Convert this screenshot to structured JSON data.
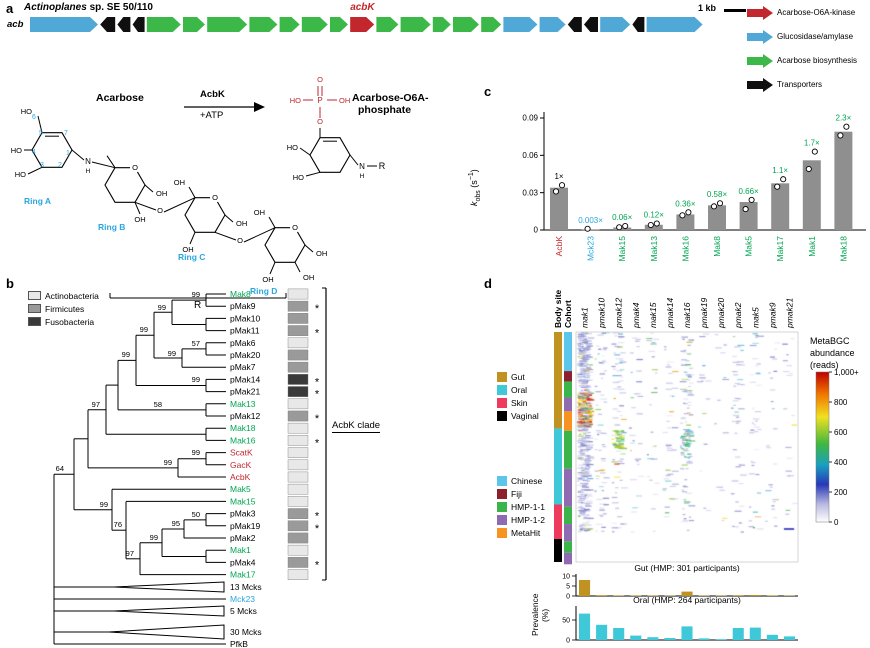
{
  "panels": {
    "a": {
      "label": "a",
      "organism_genus": "Actinoplanes",
      "organism_rest": " sp. SE 50/110",
      "acbk_gene_label": "acbK",
      "cluster_name": "acb",
      "scale_label": "1 kb",
      "gene_colors": {
        "blue": "#4fa8d5",
        "green": "#3cb848",
        "red": "#c1272d",
        "black": "#0f0f0f"
      },
      "genes": [
        {
          "color": "blue",
          "w": 68,
          "dir": 1
        },
        {
          "color": "black",
          "w": 15,
          "dir": -1
        },
        {
          "color": "black",
          "w": 13,
          "dir": -1
        },
        {
          "color": "black",
          "w": 12,
          "dir": -1
        },
        {
          "color": "green",
          "w": 34,
          "dir": 1
        },
        {
          "color": "green",
          "w": 22,
          "dir": 1
        },
        {
          "color": "green",
          "w": 40,
          "dir": 1
        },
        {
          "color": "green",
          "w": 28,
          "dir": 1
        },
        {
          "color": "green",
          "w": 20,
          "dir": 1
        },
        {
          "color": "green",
          "w": 26,
          "dir": 1
        },
        {
          "color": "green",
          "w": 18,
          "dir": 1
        },
        {
          "color": "red",
          "w": 24,
          "dir": 1
        },
        {
          "color": "green",
          "w": 22,
          "dir": 1
        },
        {
          "color": "green",
          "w": 30,
          "dir": 1
        },
        {
          "color": "green",
          "w": 18,
          "dir": 1
        },
        {
          "color": "green",
          "w": 26,
          "dir": 1
        },
        {
          "color": "green",
          "w": 20,
          "dir": 1
        },
        {
          "color": "blue",
          "w": 34,
          "dir": 1
        },
        {
          "color": "blue",
          "w": 26,
          "dir": 1
        },
        {
          "color": "black",
          "w": 14,
          "dir": -1
        },
        {
          "color": "black",
          "w": 14,
          "dir": -1
        },
        {
          "color": "blue",
          "w": 30,
          "dir": 1
        },
        {
          "color": "black",
          "w": 12,
          "dir": -1
        },
        {
          "color": "blue",
          "w": 56,
          "dir": 1
        }
      ],
      "legend": [
        {
          "label": "Acarbose-O6A-kinase",
          "color": "#c1272d"
        },
        {
          "label": "Glucosidase/amylase",
          "color": "#4fa8d5"
        },
        {
          "label": "Acarbose biosynthesis",
          "color": "#3cb848"
        },
        {
          "label": "Transporters",
          "color": "#0f0f0f"
        }
      ],
      "reaction": {
        "substrate": "Acarbose",
        "enzyme": "AcbK",
        "cofactor": "+ATP",
        "product_line1": "Acarbose-O6A-",
        "product_line2": "phosphate"
      },
      "rings": [
        "Ring A",
        "Ring B",
        "Ring C",
        "Ring D"
      ],
      "r_label": "R",
      "atom_numbers": [
        "1",
        "2",
        "3",
        "4",
        "5",
        "6",
        "7"
      ],
      "chem": {
        "ho": "HO",
        "oh": "OH",
        "o": "O",
        "n": "N",
        "h": "H",
        "p": "P",
        "r": "R"
      }
    },
    "b": {
      "label": "b",
      "legend": [
        {
          "label": "Actinobacteria",
          "color": "#e8e8e8"
        },
        {
          "label": "Firmicutes",
          "color": "#9a9a9a"
        },
        {
          "label": "Fusobacteria",
          "color": "#3a3a3a"
        }
      ],
      "clade_label": "AcbK clade",
      "tips": [
        {
          "name": "Mak8",
          "color": "#00a551",
          "phylum": "A"
        },
        {
          "name": "pMak9",
          "color": "#000000",
          "phylum": "F",
          "ast": true
        },
        {
          "name": "pMak10",
          "color": "#000000",
          "phylum": "F"
        },
        {
          "name": "pMak11",
          "color": "#000000",
          "phylum": "F",
          "ast": true
        },
        {
          "name": "pMak6",
          "color": "#000000",
          "phylum": "A"
        },
        {
          "name": "pMak20",
          "color": "#000000",
          "phylum": "F"
        },
        {
          "name": "pMak7",
          "color": "#000000",
          "phylum": "F"
        },
        {
          "name": "pMak14",
          "color": "#000000",
          "phylum": "U",
          "ast": true
        },
        {
          "name": "pMak21",
          "color": "#000000",
          "phylum": "U",
          "ast": true
        },
        {
          "name": "Mak13",
          "color": "#00a551",
          "phylum": "A"
        },
        {
          "name": "pMak12",
          "color": "#000000",
          "phylum": "F",
          "ast": true
        },
        {
          "name": "Mak18",
          "color": "#00a551",
          "phylum": "A"
        },
        {
          "name": "Mak16",
          "color": "#00a551",
          "phylum": "A",
          "ast": true
        },
        {
          "name": "ScatK",
          "color": "#c1272d",
          "phylum": "A"
        },
        {
          "name": "GacK",
          "color": "#c1272d",
          "phylum": "A"
        },
        {
          "name": "AcbK",
          "color": "#c1272d",
          "phylum": "A"
        },
        {
          "name": "Mak5",
          "color": "#00a551",
          "phylum": "A"
        },
        {
          "name": "Mak15",
          "color": "#00a551",
          "phylum": "A"
        },
        {
          "name": "pMak3",
          "color": "#000000",
          "phylum": "F",
          "ast": true
        },
        {
          "name": "pMak19",
          "color": "#000000",
          "phylum": "F",
          "ast": true
        },
        {
          "name": "pMak2",
          "color": "#000000",
          "phylum": "F"
        },
        {
          "name": "Mak1",
          "color": "#00a551",
          "phylum": "A"
        },
        {
          "name": "pMak4",
          "color": "#000000",
          "phylum": "F",
          "ast": true
        },
        {
          "name": "Mak17",
          "color": "#00a551",
          "phylum": "A"
        }
      ],
      "collapsed": [
        {
          "name": "13 Mcks",
          "color": "#000000",
          "triangle": true
        },
        {
          "name": "Mck23",
          "color": "#2aa7df",
          "triangle": false
        },
        {
          "name": "5 Mcks",
          "color": "#000000",
          "triangle": true
        },
        {
          "name": "30 Mcks",
          "color": "#000000",
          "triangle": true
        },
        {
          "name": "PfkB",
          "color": "#000000",
          "triangle": false
        }
      ],
      "bootstrap": [
        "99",
        "99",
        "99",
        "57",
        "99",
        "99",
        "99",
        "58",
        "97",
        "99",
        "99",
        "64",
        "99",
        "76",
        "97",
        "99",
        "50",
        "95"
      ]
    },
    "c": {
      "label": "c",
      "ylabel_k": "k",
      "ylabel_sub": "obs",
      "ylabel_rest": " (s",
      "ylabel_sup": "−1",
      "ylabel_end": ")"
    },
    "d": {
      "label": "d",
      "columns": [
        "mak1",
        "pmak10",
        "pmak12",
        "pmak4",
        "mak15",
        "pmak14",
        "mak16",
        "pmak19",
        "pmak20",
        "pmak2",
        "mak5",
        "pmak9",
        "pmak21"
      ],
      "strip_headers": [
        "Body site",
        "Cohort"
      ],
      "body_site_legend": [
        {
          "label": "Gut",
          "color": "#bf9222"
        },
        {
          "label": "Oral",
          "color": "#3fc8d8"
        },
        {
          "label": "Skin",
          "color": "#ee3a5c"
        },
        {
          "label": "Vaginal",
          "color": "#000000"
        }
      ],
      "cohort_legend": [
        {
          "label": "Chinese",
          "color": "#5bc6ea"
        },
        {
          "label": "Fiji",
          "color": "#8e1f2c"
        },
        {
          "label": "HMP-1-1",
          "color": "#3bb54a"
        },
        {
          "label": "HMP-1-2",
          "color": "#8f6bb2"
        },
        {
          "label": "MetaHit",
          "color": "#f79421"
        }
      ],
      "body_strip": [
        {
          "color": "#bf9222",
          "frac": 0.42
        },
        {
          "color": "#3fc8d8",
          "frac": 0.33
        },
        {
          "color": "#ee3a5c",
          "frac": 0.15
        },
        {
          "color": "#000000",
          "frac": 0.1
        }
      ],
      "cohort_strip": [
        {
          "color": "#5bc6ea",
          "frac": 0.17
        },
        {
          "color": "#8e1f2c",
          "frac": 0.045
        },
        {
          "color": "#3bb54a",
          "frac": 0.07
        },
        {
          "color": "#8f6bb2",
          "frac": 0.06
        },
        {
          "color": "#f79421",
          "frac": 0.085
        },
        {
          "color": "#3bb54a",
          "frac": 0.165
        },
        {
          "color": "#8f6bb2",
          "frac": 0.165
        },
        {
          "color": "#3bb54a",
          "frac": 0.075
        },
        {
          "color": "#8f6bb2",
          "frac": 0.075
        },
        {
          "color": "#3bb54a",
          "frac": 0.05
        },
        {
          "color": "#8f6bb2",
          "frac": 0.05
        }
      ],
      "colorbar": {
        "title_lines": [
          "MetaBGC",
          "abundance",
          "(reads)"
        ],
        "ticks": [
          "1,000+",
          "800",
          "600",
          "400",
          "200",
          "0"
        ]
      },
      "prevalence_label_1": "Prevalence",
      "prevalence_label_2": "(%)",
      "heatmap": {
        "col_density": [
          0.9,
          0.25,
          0.3,
          0.12,
          0.1,
          0.15,
          0.35,
          0.06,
          0.05,
          0.18,
          0.15,
          0.1,
          0.08
        ]
      }
    }
  },
  "chart_data": [
    {
      "id": "kobs_bar",
      "type": "bar",
      "ylabel": "k_obs (s−1)",
      "categories": [
        "AcbK",
        "Mck23",
        "Mak15",
        "Mak13",
        "Mak16",
        "Mak8",
        "Mak5",
        "Mak17",
        "Mak1",
        "Mak18"
      ],
      "values": [
        0.034,
        0.0003,
        0.002,
        0.0042,
        0.0125,
        0.0198,
        0.0225,
        0.0375,
        0.056,
        0.079
      ],
      "points": [
        [
          0.031,
          0.036
        ],
        [
          0.001
        ],
        [
          0.0022,
          0.0032
        ],
        [
          0.004,
          0.0052
        ],
        [
          0.0118,
          0.0142
        ],
        [
          0.019,
          0.0215
        ],
        [
          0.0168,
          0.0242
        ],
        [
          0.0348,
          0.0408
        ],
        [
          0.049,
          0.063
        ],
        [
          0.076,
          0.083
        ]
      ],
      "fold_labels": [
        "1×",
        "0.003×",
        "0.06×",
        "0.12×",
        "0.36×",
        "0.58×",
        "0.66×",
        "1.1×",
        "1.7×",
        "2.3×"
      ],
      "fold_colors": [
        "#000000",
        "#2aa7df",
        "#00a551",
        "#00a551",
        "#00a551",
        "#00a551",
        "#00a551",
        "#00a551",
        "#00a551",
        "#00a551"
      ],
      "category_colors": [
        "#c1272d",
        "#2aa7df",
        "#00a551",
        "#00a551",
        "#00a551",
        "#00a551",
        "#00a551",
        "#00a551",
        "#00a551",
        "#00a551"
      ],
      "bar_color": "#8f8f8f",
      "yticks": [
        0,
        0.03,
        0.06,
        0.09
      ],
      "ytick_labels": [
        "0",
        "0.03",
        "0.06",
        "0.09"
      ],
      "ylim": [
        0,
        0.09
      ]
    },
    {
      "id": "prev_gut",
      "type": "bar",
      "title": "Gut (HMP: 301 participants)",
      "color": "#bf9222",
      "categories": [
        "mak1",
        "pmak10",
        "pmak12",
        "pmak4",
        "mak15",
        "pmak14",
        "mak16",
        "pmak19",
        "pmak20",
        "pmak2",
        "mak5",
        "pmak9",
        "pmak21"
      ],
      "values": [
        8,
        0.4,
        0.3,
        0.3,
        0.3,
        0.2,
        2.2,
        0.2,
        0.2,
        0.4,
        0.5,
        0.3,
        0.2
      ],
      "yticks": [
        0,
        5,
        10
      ],
      "ylim": [
        0,
        10
      ]
    },
    {
      "id": "prev_oral",
      "type": "bar",
      "title": "Oral (HMP: 264 participants)",
      "color": "#3fc8d8",
      "categories": [
        "mak1",
        "pmak10",
        "pmak12",
        "pmak4",
        "mak15",
        "pmak14",
        "mak16",
        "pmak19",
        "pmak20",
        "pmak2",
        "mak5",
        "pmak9",
        "pmak21"
      ],
      "values": [
        66,
        38,
        30,
        11,
        7,
        5,
        34,
        4,
        2,
        30,
        31,
        13,
        9
      ],
      "yticks": [
        0,
        50
      ],
      "ylim": [
        0,
        80
      ]
    }
  ]
}
